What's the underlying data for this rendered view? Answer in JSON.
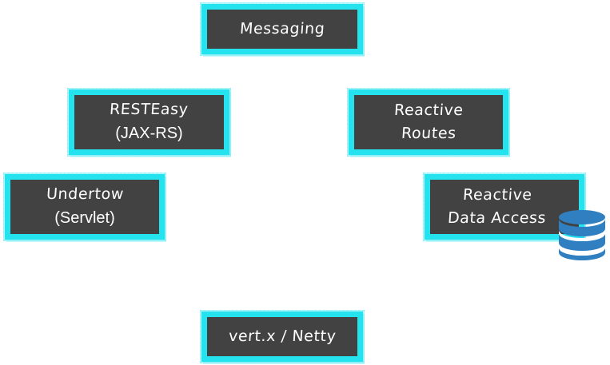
{
  "nodes": {
    "messaging": {
      "line1": "Messaging"
    },
    "resteasy": {
      "line1": "RESTEasy",
      "line2": "(JAX-RS)"
    },
    "reactive_routes": {
      "line1": "Reactive",
      "line2": "Routes"
    },
    "undertow": {
      "line1": "Undertow",
      "line2": "(Servlet)"
    },
    "reactive_data_access": {
      "line1": "Reactive",
      "line2": "Data Access"
    },
    "vertx": {
      "line1": "vert.x / Netty"
    }
  },
  "icons": {
    "database": "database-icon"
  },
  "colors": {
    "box_fill": "#424242",
    "box_border": "#24e2ee",
    "text": "#ffffff",
    "database": "#2f7fc1"
  }
}
